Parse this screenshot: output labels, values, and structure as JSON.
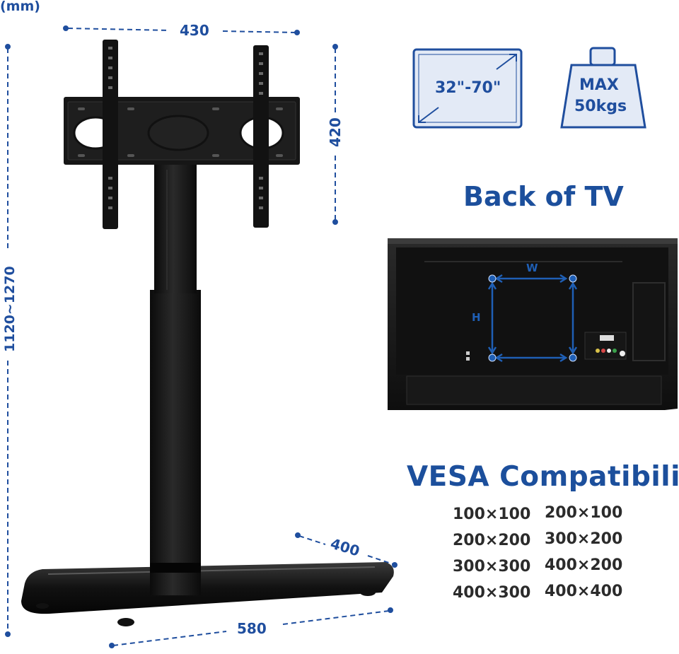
{
  "unit_label": "(mm)",
  "dimensions": {
    "width_top": "430",
    "height_top": "420",
    "height_range": "1120~1270",
    "base_depth": "400",
    "base_width": "580"
  },
  "badges": {
    "screen_size": "32\"-70\"",
    "max_load_line1": "MAX",
    "max_load_line2": "50kgs"
  },
  "back_of_tv": {
    "title": "Back of TV",
    "w_label": "W",
    "h_label": "H"
  },
  "vesa": {
    "title": "VESA Compatibility",
    "left_column": [
      "100×100",
      "200×200",
      "300×300",
      "400×300"
    ],
    "right_column": [
      "200×100",
      "300×200",
      "400×200",
      "400×400"
    ]
  },
  "colors": {
    "accent": "#1f4e9e",
    "stand": "#151515",
    "badge_fill": "#e3eaf6"
  }
}
